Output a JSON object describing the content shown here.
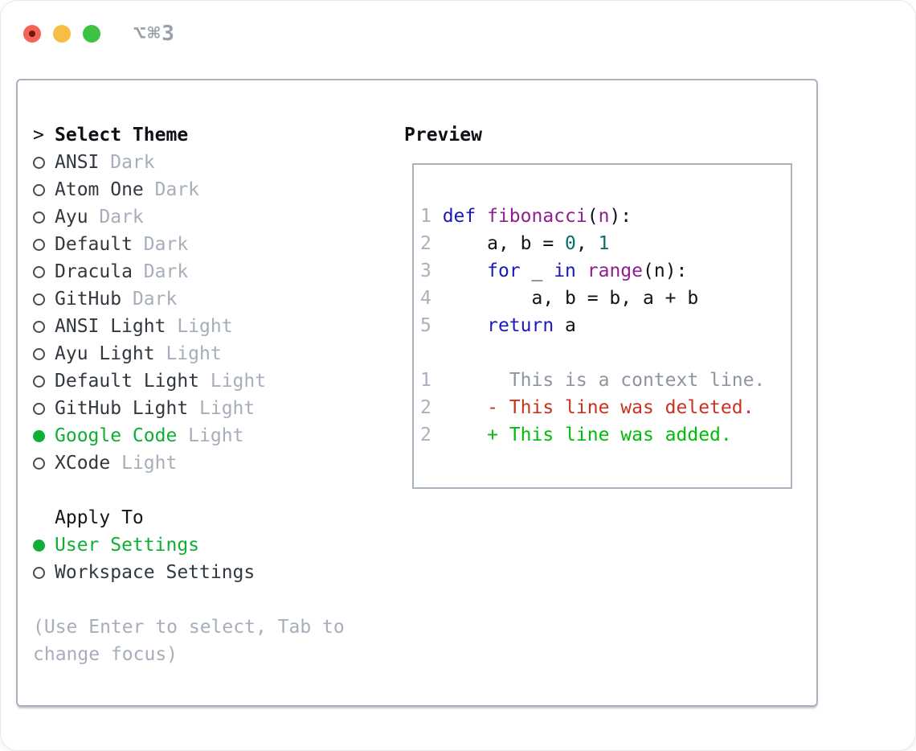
{
  "window": {
    "titlebar_title": "⌥⌘3"
  },
  "select_theme": {
    "pointer": ">",
    "title": "Select Theme",
    "items": [
      {
        "label": "ANSI",
        "variant": "Dark",
        "selected": false
      },
      {
        "label": "Atom One",
        "variant": "Dark",
        "selected": false
      },
      {
        "label": "Ayu",
        "variant": "Dark",
        "selected": false
      },
      {
        "label": "Default",
        "variant": "Dark",
        "selected": false
      },
      {
        "label": "Dracula",
        "variant": "Dark",
        "selected": false
      },
      {
        "label": "GitHub",
        "variant": "Dark",
        "selected": false
      },
      {
        "label": "ANSI Light",
        "variant": "Light",
        "selected": false
      },
      {
        "label": "Ayu Light",
        "variant": "Light",
        "selected": false
      },
      {
        "label": "Default Light",
        "variant": "Light",
        "selected": false
      },
      {
        "label": "GitHub Light",
        "variant": "Light",
        "selected": false
      },
      {
        "label": "Google Code",
        "variant": "Light",
        "selected": true
      },
      {
        "label": "XCode",
        "variant": "Light",
        "selected": false
      }
    ]
  },
  "apply_to": {
    "title": "Apply To",
    "items": [
      {
        "label": "User Settings",
        "selected": true
      },
      {
        "label": "Workspace Settings",
        "selected": false
      }
    ]
  },
  "help_text": "(Use Enter to select, Tab to change focus)",
  "preview": {
    "title": "Preview",
    "lines": [
      {
        "kind": "code",
        "segments": [
          {
            "t": "1 ",
            "s": "linenum"
          },
          {
            "t": "def ",
            "s": "keyword"
          },
          {
            "t": "fibonacci",
            "s": "function"
          },
          {
            "t": "(",
            "s": "plain"
          },
          {
            "t": "n",
            "s": "function"
          },
          {
            "t": "):",
            "s": "plain"
          }
        ]
      },
      {
        "kind": "code",
        "segments": [
          {
            "t": "2 ",
            "s": "linenum"
          },
          {
            "t": "    a, b = ",
            "s": "plain"
          },
          {
            "t": "0",
            "s": "number"
          },
          {
            "t": ", ",
            "s": "plain"
          },
          {
            "t": "1",
            "s": "number"
          }
        ]
      },
      {
        "kind": "code",
        "segments": [
          {
            "t": "3 ",
            "s": "linenum"
          },
          {
            "t": "    ",
            "s": "plain"
          },
          {
            "t": "for",
            "s": "keyword"
          },
          {
            "t": " _ ",
            "s": "plain"
          },
          {
            "t": "in",
            "s": "keyword"
          },
          {
            "t": " ",
            "s": "plain"
          },
          {
            "t": "range",
            "s": "function"
          },
          {
            "t": "(n):",
            "s": "plain"
          }
        ]
      },
      {
        "kind": "code",
        "segments": [
          {
            "t": "4 ",
            "s": "linenum"
          },
          {
            "t": "        a, b = b, a + b",
            "s": "plain"
          }
        ]
      },
      {
        "kind": "code",
        "segments": [
          {
            "t": "5 ",
            "s": "linenum"
          },
          {
            "t": "    ",
            "s": "plain"
          },
          {
            "t": "return",
            "s": "keyword"
          },
          {
            "t": " a",
            "s": "plain"
          }
        ]
      },
      {
        "kind": "blank",
        "segments": []
      },
      {
        "kind": "diff-context",
        "segments": [
          {
            "t": "1",
            "s": "linenum"
          },
          {
            "t": "       This is a context line.",
            "s": "context"
          }
        ]
      },
      {
        "kind": "diff-deleted",
        "segments": [
          {
            "t": "2",
            "s": "linenum"
          },
          {
            "t": "     ",
            "s": "plain"
          },
          {
            "t": "- This line was deleted.",
            "s": "deleted"
          }
        ]
      },
      {
        "kind": "diff-added",
        "segments": [
          {
            "t": "2",
            "s": "linenum"
          },
          {
            "t": "     ",
            "s": "plain"
          },
          {
            "t": "+ This line was added.",
            "s": "added"
          }
        ]
      }
    ]
  },
  "colors": {
    "accent_green": "#0fae35",
    "added_green": "#00bd0c",
    "deleted_red": "#c8321e",
    "keyword_blue": "#1a1ab9",
    "function_purple": "#8e1f8e",
    "number_teal": "#0a6e6e",
    "plain_black": "#101418",
    "linenum_gray": "#a9b1bc",
    "context_gray": "#8f959e",
    "muted_gray": "#a6aebb",
    "text_dark": "#32383f",
    "border_gray": "#aab2bd",
    "titlebar_gray": "#9aa1a9",
    "light_red": "#f4635a",
    "light_red_dot": "#771107",
    "light_yellow": "#f7bd45",
    "light_green": "#3cc245"
  }
}
